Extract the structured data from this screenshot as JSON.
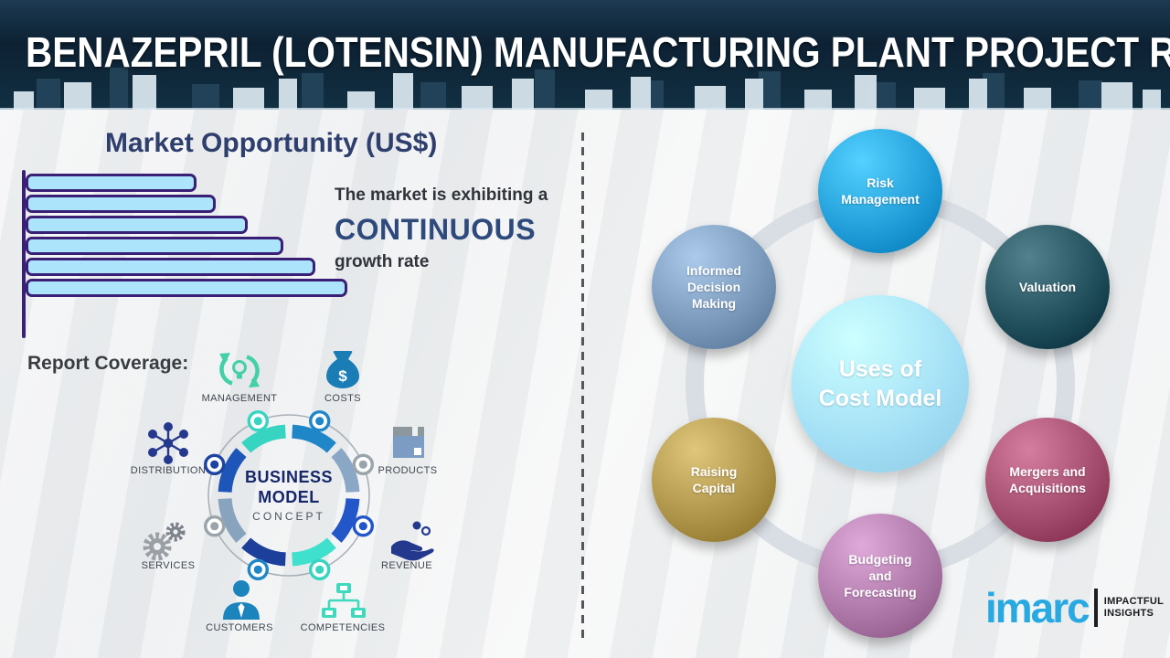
{
  "header": {
    "title": "BENAZEPRIL (LOTENSIN) MANUFACTURING PLANT PROJECT REPORT"
  },
  "market": {
    "title": "Market Opportunity (US$)",
    "callout_line1": "The market is exhibiting a",
    "callout_highlight": "CONTINUOUS",
    "callout_line2": "growth rate"
  },
  "chart_data": {
    "type": "bar",
    "orientation": "horizontal",
    "title": "Market Opportunity (US$)",
    "categories": [
      "bar-1",
      "bar-2",
      "bar-3",
      "bar-4",
      "bar-5",
      "bar-6"
    ],
    "values": [
      53,
      59,
      69,
      80,
      90,
      100
    ],
    "xlabel": "",
    "ylabel": "",
    "xlim": [
      0,
      100
    ],
    "grid": false,
    "legend": false,
    "bar_fill": "#ace4fb",
    "bar_border": "#3a1f76",
    "note": "no numeric axis labels shown; values are relative bar lengths in %"
  },
  "coverage": {
    "heading": "Report Coverage:",
    "center": {
      "line1": "BUSINESS",
      "line2": "MODEL",
      "line3": "CONCEPT"
    },
    "items": [
      {
        "label": "MANAGEMENT",
        "icon": "management-cycle-icon",
        "color": "#43d0a8"
      },
      {
        "label": "COSTS",
        "icon": "money-bag-icon",
        "color": "#1a7db5"
      },
      {
        "label": "DISTRIBUTION",
        "icon": "network-hub-icon",
        "color": "#24388e"
      },
      {
        "label": "PRODUCTS",
        "icon": "product-box-icon",
        "color": "#7d9cc4"
      },
      {
        "label": "SERVICES",
        "icon": "gears-icon",
        "color": "#8a9097"
      },
      {
        "label": "REVENUE",
        "icon": "hand-coins-icon",
        "color": "#24388e"
      },
      {
        "label": "CUSTOMERS",
        "icon": "person-icon",
        "color": "#1b84bd"
      },
      {
        "label": "COMPETENCIES",
        "icon": "org-chart-icon",
        "color": "#3fd9bd"
      }
    ],
    "segment_colors": [
      "#1f86c8",
      "#8aa8c6",
      "#2356c8",
      "#3fe0cd",
      "#1b3f9b",
      "#87a3bd",
      "#1e55b8",
      "#36d4c1"
    ],
    "node_colors": [
      "#1f86c8",
      "#9aa5ab",
      "#2356c8",
      "#36d4c1",
      "#1f86c8",
      "#9aa5ab",
      "#1c44a0",
      "#36d4c1"
    ]
  },
  "uses": {
    "center_label": "Uses of\nCost Model",
    "center_color": "#9fdcf4",
    "ring_color": "#d9dee4",
    "items": [
      {
        "label": "Risk\nManagement",
        "color": "#1d9ad6"
      },
      {
        "label": "Valuation",
        "color": "#1d4a57"
      },
      {
        "label": "Mergers and\nAcquisitions",
        "color": "#9e4768"
      },
      {
        "label": "Budgeting\nand\nForecasting",
        "color": "#a873a3"
      },
      {
        "label": "Raising\nCapital",
        "color": "#a98f44"
      },
      {
        "label": "Informed\nDecision\nMaking",
        "color": "#7493b5"
      }
    ]
  },
  "logo": {
    "wordmark": "imarc",
    "color": "#29a9e1",
    "tagline_line1": "IMPACTFUL",
    "tagline_line2": "INSIGHTS"
  }
}
